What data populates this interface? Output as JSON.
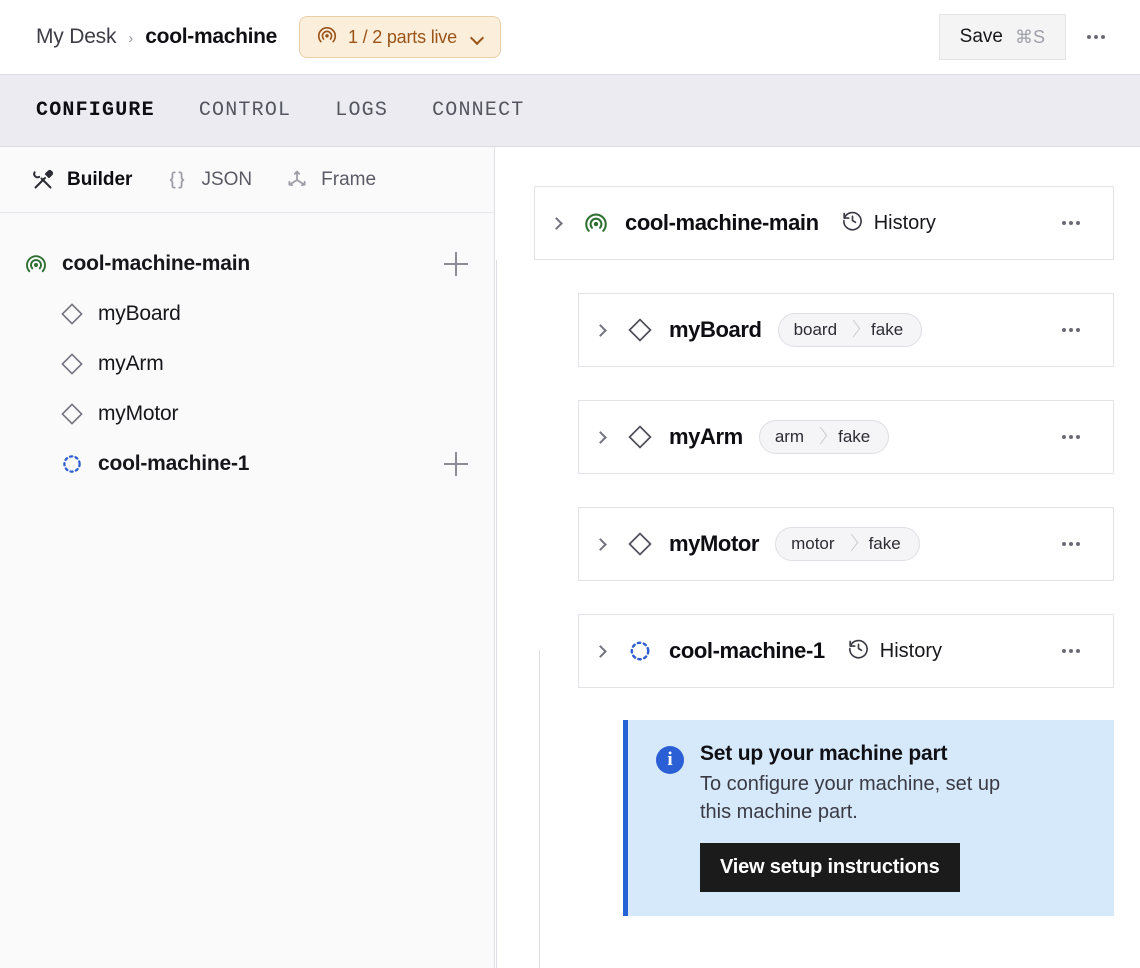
{
  "header": {
    "breadcrumb": {
      "parent": "My Desk",
      "separator": "›",
      "current": "cool-machine"
    },
    "live_badge": {
      "label": "1 / 2 parts live",
      "icon": "radio-waves-icon",
      "bg": "#fbeedb",
      "fg": "#9a5418"
    },
    "save": {
      "label": "Save",
      "shortcut": "⌘S"
    },
    "overflow": "…"
  },
  "tabs": [
    {
      "label": "CONFIGURE",
      "active": true
    },
    {
      "label": "CONTROL",
      "active": false
    },
    {
      "label": "LOGS",
      "active": false
    },
    {
      "label": "CONNECT",
      "active": false
    }
  ],
  "sidebar": {
    "toolbar": [
      {
        "label": "Builder",
        "icon": "tools-icon",
        "active": true
      },
      {
        "label": "JSON",
        "icon": "braces-icon",
        "active": false
      },
      {
        "label": "Frame",
        "icon": "axes-icon",
        "active": false
      }
    ],
    "tree": [
      {
        "label": "cool-machine-main",
        "icon": "radio-waves-icon",
        "level": "root",
        "add": "+"
      },
      {
        "label": "myBoard",
        "icon": "diamond-icon",
        "level": "child"
      },
      {
        "label": "myArm",
        "icon": "diamond-icon",
        "level": "child"
      },
      {
        "label": "myMotor",
        "icon": "diamond-icon",
        "level": "child"
      },
      {
        "label": "cool-machine-1",
        "icon": "dashed-circle-icon",
        "level": "sub",
        "add": "+"
      }
    ]
  },
  "main": {
    "root_card": {
      "title": "cool-machine-main",
      "icon": "radio-waves-icon",
      "history_label": "History",
      "overflow": "…"
    },
    "parts": [
      {
        "title": "myBoard",
        "icon": "diamond-icon",
        "type": "board",
        "model": "fake",
        "overflow": "…"
      },
      {
        "title": "myArm",
        "icon": "diamond-icon",
        "type": "arm",
        "model": "fake",
        "overflow": "…"
      },
      {
        "title": "myMotor",
        "icon": "diamond-icon",
        "type": "motor",
        "model": "fake",
        "overflow": "…"
      }
    ],
    "sub_machine": {
      "title": "cool-machine-1",
      "icon": "dashed-circle-icon",
      "history_label": "History",
      "overflow": "…"
    },
    "alert": {
      "icon": "info-icon",
      "title": "Set up your machine part",
      "body": "To configure your machine, set up this machine part.",
      "button": "View setup instructions",
      "bg": "#d6e9fb",
      "accent": "#2563d4"
    }
  },
  "colors": {
    "online_green": "#2e7031",
    "pending_blue": "#2f5fd0",
    "tabbar_bg": "#ebebf1",
    "sidebar_bg": "#fafafa"
  }
}
